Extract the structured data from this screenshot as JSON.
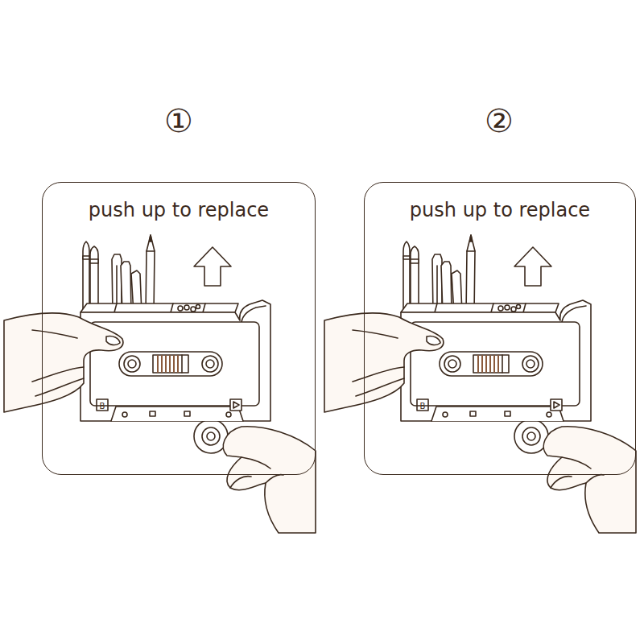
{
  "diagram": {
    "nodes": [
      {
        "text": [
          "push up to replace"
        ]
      },
      {
        "text": [
          "push up to replace"
        ]
      }
    ],
    "labels": [
      "①",
      "B",
      "②",
      "B"
    ]
  }
}
